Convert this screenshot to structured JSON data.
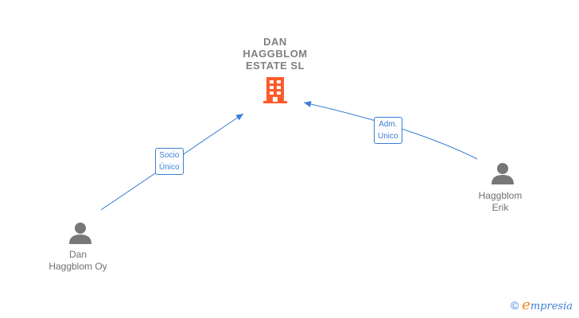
{
  "company": {
    "name_lines": [
      "DAN",
      "HAGGBLOM",
      "ESTATE  SL"
    ],
    "icon": "building-icon",
    "color": "#ff5a2a"
  },
  "persons": [
    {
      "name_lines": [
        "Dan",
        "Haggblom Oy"
      ],
      "icon": "person-icon"
    },
    {
      "name_lines": [
        "Haggblom",
        "Erik"
      ],
      "icon": "person-icon"
    }
  ],
  "edges": [
    {
      "from": "Dan Haggblom Oy",
      "label_lines": [
        "Socio",
        "Único"
      ]
    },
    {
      "from": "Haggblom Erik",
      "label_lines": [
        "Adm.",
        "Unico"
      ]
    }
  ],
  "edge_color": "#3a7fd5",
  "watermark": {
    "copyright": "©",
    "brand_initial": "e",
    "brand_rest": "mpresia"
  }
}
